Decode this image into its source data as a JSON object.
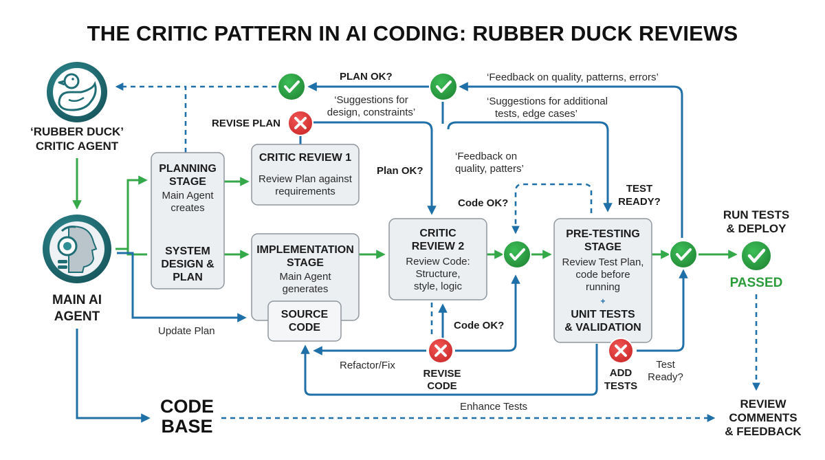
{
  "title": "THE CRITIC PATTERN IN AI CODING: RUBBER DUCK REVIEWS",
  "critic_agent": {
    "line1": "‘RUBBER DUCK’",
    "line2": "CRITIC AGENT"
  },
  "main_agent": {
    "line1": "MAIN AI",
    "line2": "AGENT"
  },
  "planning": {
    "heading1": "PLANNING",
    "heading2": "STAGE",
    "body1": "Main Agent",
    "body2": "creates",
    "sub1": "SYSTEM",
    "sub2": "DESIGN &",
    "sub3": "PLAN"
  },
  "critic1": {
    "heading": "CRITIC REVIEW 1",
    "body1": "Review Plan against",
    "body2": "requirements"
  },
  "implementation": {
    "heading1": "IMPLEMENTATION",
    "heading2": "STAGE",
    "body1": "Main Agent",
    "body2": "generates",
    "source1": "SOURCE",
    "source2": "CODE"
  },
  "critic2": {
    "heading1": "CRITIC",
    "heading2": "REVIEW 2",
    "body1": "Review Code:",
    "body2": "Structure,",
    "body3": "style, logic"
  },
  "pretesting": {
    "heading1": "PRE-TESTING",
    "heading2": "STAGE",
    "body1": "Review Test Plan,",
    "body2": "code before",
    "body3": "running",
    "plus": "+",
    "sub1": "UNIT TESTS",
    "sub2": "& VALIDATION"
  },
  "labels": {
    "plan_ok_top": "PLAN OK?",
    "revise_plan": "REVISE PLAN",
    "suggest_design1": "‘Suggestions for",
    "suggest_design2": "design, constraints’",
    "plan_ok_mid": "Plan OK?",
    "feedback_top": "‘Feedback on quality, patterns, errors’",
    "suggest_tests1": "‘Suggestions for additional",
    "suggest_tests2": "tests, edge cases’",
    "feedback_mid1": "‘Feedback on",
    "feedback_mid2": "quality, patters’",
    "code_ok_upper": "Code OK?",
    "code_ok_lower": "Code OK?",
    "test_ready_upper1": "TEST",
    "test_ready_upper2": "READY?",
    "update_plan": "Update Plan",
    "refactor_fix": "Refactor/Fix",
    "revise_code1": "REVISE",
    "revise_code2": "CODE",
    "add_tests1": "ADD",
    "add_tests2": "TESTS",
    "test_ready_lower1": "Test",
    "test_ready_lower2": "Ready?",
    "enhance_tests": "Enhance Tests"
  },
  "run_tests": {
    "line1": "RUN TESTS",
    "line2": "& DEPLOY",
    "status": "PASSED"
  },
  "code_base": {
    "line1": "CODE",
    "line2": "BASE"
  },
  "review_comments": {
    "line1": "REVIEW",
    "line2": "COMMENTS",
    "line3": "& FEEDBACK"
  },
  "colors": {
    "flow_blue": "#1f6fa8",
    "flow_green": "#35a84a",
    "pass_green": "#2a9d3a",
    "fail_red": "#e23a3a",
    "agent_teal": "#1f6e75"
  },
  "icons": [
    "duck-icon",
    "robot-head-icon",
    "check-icon",
    "cross-icon"
  ]
}
